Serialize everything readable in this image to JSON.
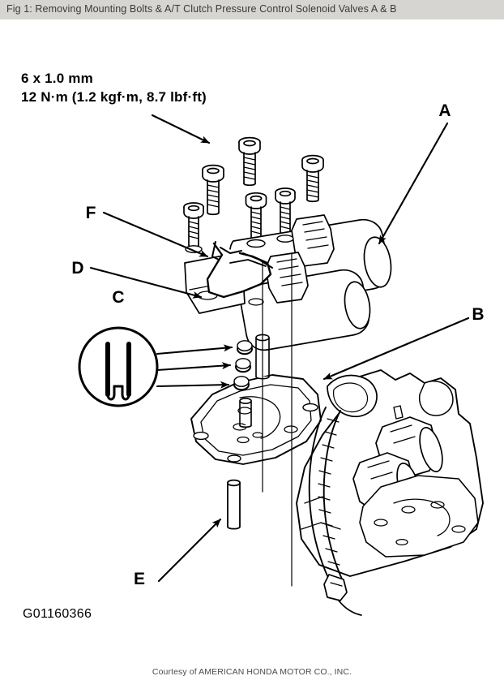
{
  "caption": {
    "text": "Fig 1: Removing Mounting Bolts & A/T Clutch Pressure Control Solenoid Valves A & B"
  },
  "figure": {
    "id_code": "G01160366",
    "torque_note": {
      "line1": "6 x 1.0 mm",
      "line2": "12 N·m (1.2 kgf·m, 8.7 lbf·ft)"
    },
    "callouts": [
      {
        "key": "A",
        "label": "A"
      },
      {
        "key": "B",
        "label": "B"
      },
      {
        "key": "C",
        "label": "C"
      },
      {
        "key": "D",
        "label": "D"
      },
      {
        "key": "E",
        "label": "E"
      },
      {
        "key": "F",
        "label": "F"
      }
    ]
  },
  "footer": {
    "courtesy": "Courtesy of AMERICAN HONDA MOTOR CO., INC."
  },
  "colors": {
    "caption_bar": "#d7d5d2",
    "caption_text": "#3a3a3a",
    "line": "#000000",
    "page": "#ffffff"
  }
}
